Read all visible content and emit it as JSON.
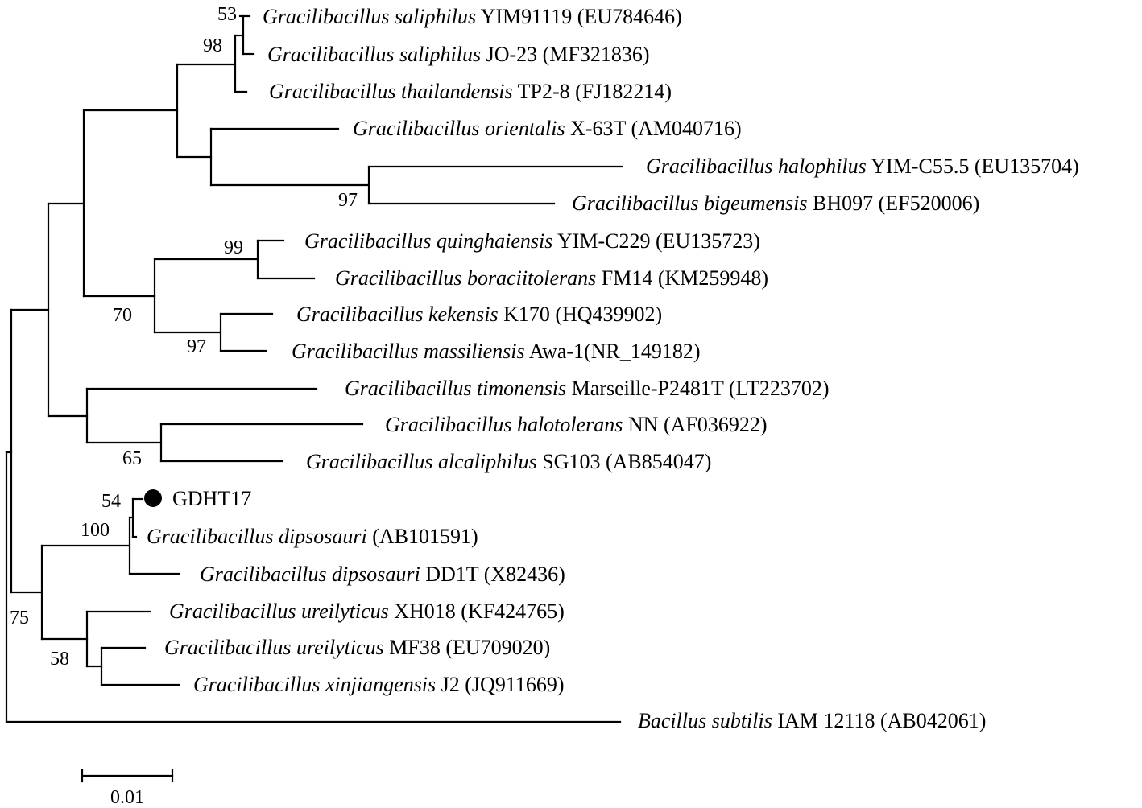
{
  "taxa": [
    {
      "genus": "Gracilibacillus",
      "species": "saliphilus",
      "strain": "YIM91119 (EU784646)"
    },
    {
      "genus": "Gracilibacillus",
      "species": "saliphilus",
      "strain": "JO-23 (MF321836)"
    },
    {
      "genus": "Gracilibacillus",
      "species": "thailandensis",
      "strain": "TP2-8 (FJ182214)"
    },
    {
      "genus": "Gracilibacillus",
      "species": "orientalis",
      "strain": "X-63T (AM040716)"
    },
    {
      "genus": "Gracilibacillus",
      "species": "halophilus",
      "strain": "YIM-C55.5 (EU135704)"
    },
    {
      "genus": "Gracilibacillus",
      "species": "bigeumensis",
      "strain": "BH097 (EF520006)"
    },
    {
      "genus": "Gracilibacillus",
      "species": "quinghaiensis",
      "strain": "YIM-C229 (EU135723)"
    },
    {
      "genus": "Gracilibacillus",
      "species": "boraciitolerans",
      "strain": "FM14 (KM259948)"
    },
    {
      "genus": "Gracilibacillus",
      "species": "kekensis",
      "strain": "K170 (HQ439902)"
    },
    {
      "genus": "Gracilibacillus",
      "species": "massiliensis",
      "strain": "Awa-1(NR_149182)"
    },
    {
      "genus": "Gracilibacillus",
      "species": "timonensis",
      "strain": "Marseille-P2481T (LT223702)"
    },
    {
      "genus": "Gracilibacillus",
      "species": "halotolerans",
      "strain": "NN (AF036922)"
    },
    {
      "genus": "Gracilibacillus",
      "species": "alcaliphilus",
      "strain": "SG103 (AB854047)"
    },
    {
      "genus": "",
      "species": "",
      "strain": "GDHT17"
    },
    {
      "genus": "Gracilibacillus",
      "species": "dipsosauri",
      "strain": "(AB101591)"
    },
    {
      "genus": "Gracilibacillus",
      "species": "dipsosauri",
      "strain": "DD1T (X82436)"
    },
    {
      "genus": "Gracilibacillus",
      "species": "ureilyticus",
      "strain": "XH018 (KF424765)"
    },
    {
      "genus": "Gracilibacillus",
      "species": "ureilyticus",
      "strain": "MF38 (EU709020)"
    },
    {
      "genus": "Gracilibacillus",
      "species": "xinjiangensis",
      "strain": "J2 (JQ911669)"
    },
    {
      "genus": "Bacillus",
      "species": "subtilis",
      "strain": "IAM 12118 (AB042061)"
    }
  ],
  "bootstrap": [
    "53",
    "98",
    "97",
    "99",
    "70",
    "97",
    "65",
    "54",
    "100",
    "75",
    "58"
  ],
  "scale_bar": {
    "label": "0.01"
  },
  "colors": {
    "line": "#000000",
    "marker": "#000000"
  }
}
